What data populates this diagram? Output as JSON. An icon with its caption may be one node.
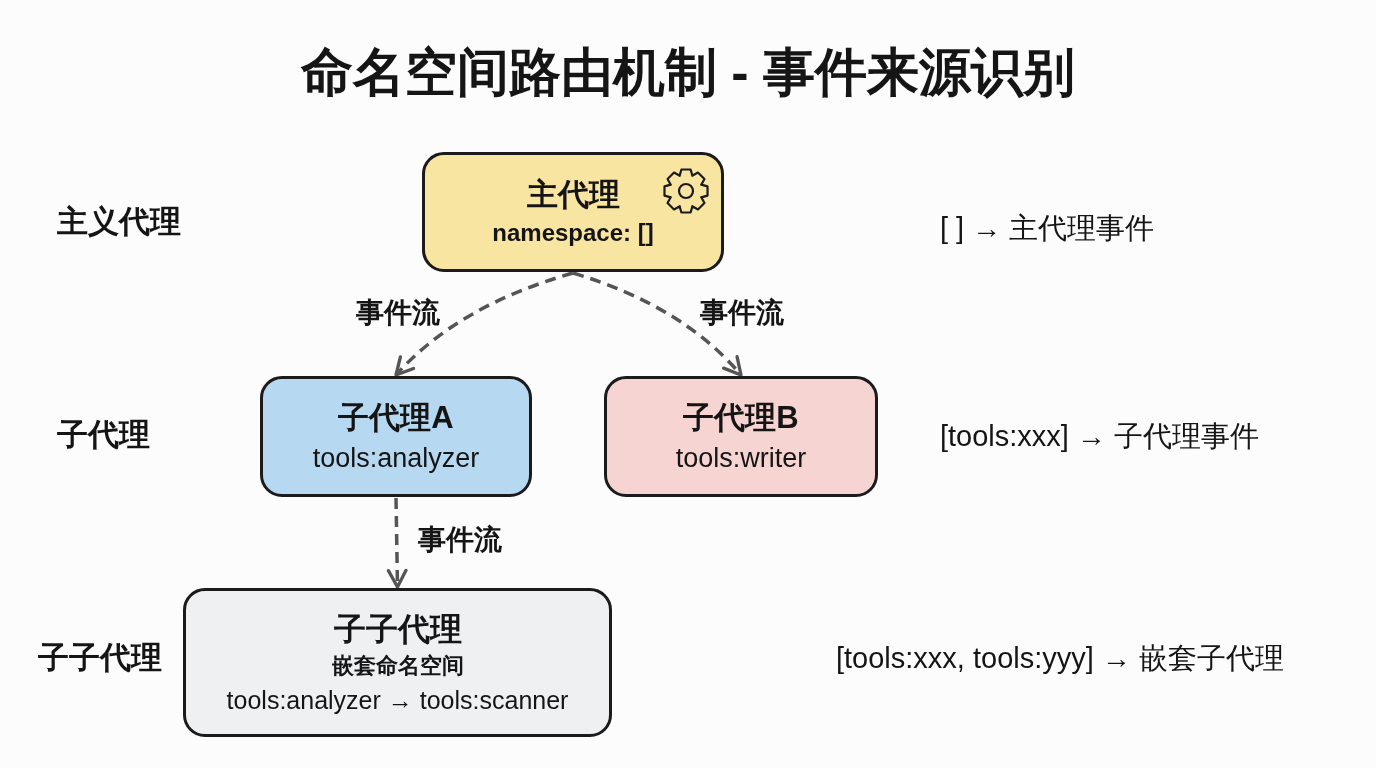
{
  "diagram": {
    "title": "命名空间路由机制 - 事件来源识别",
    "nodes": [
      {
        "text": [
          "主代理",
          "namespace: []"
        ]
      },
      {
        "text": [
          "子代理A",
          "tools:analyzer"
        ]
      },
      {
        "text": [
          "子代理B",
          "tools:writer"
        ]
      },
      {
        "text": [
          "子子代理",
          "嵌套命名空间",
          "tools:analyzer → tools:scanner"
        ]
      }
    ],
    "edges": [
      {
        "from": 0,
        "to": 1,
        "arrow": "to",
        "label": "事件流",
        "style": "dashed"
      },
      {
        "from": 0,
        "to": 2,
        "arrow": "to",
        "label": "事件流",
        "style": "dashed"
      },
      {
        "from": 1,
        "to": 3,
        "arrow": "to",
        "label": "事件流",
        "style": "dashed"
      }
    ],
    "labels": [
      "主义代理",
      "[ ] → 主代理事件",
      "子代理",
      "[tools:xxx] → 子代理事件",
      "子子代理",
      "[tools:xxx, tools:yyy] → 嵌套子代理"
    ]
  }
}
